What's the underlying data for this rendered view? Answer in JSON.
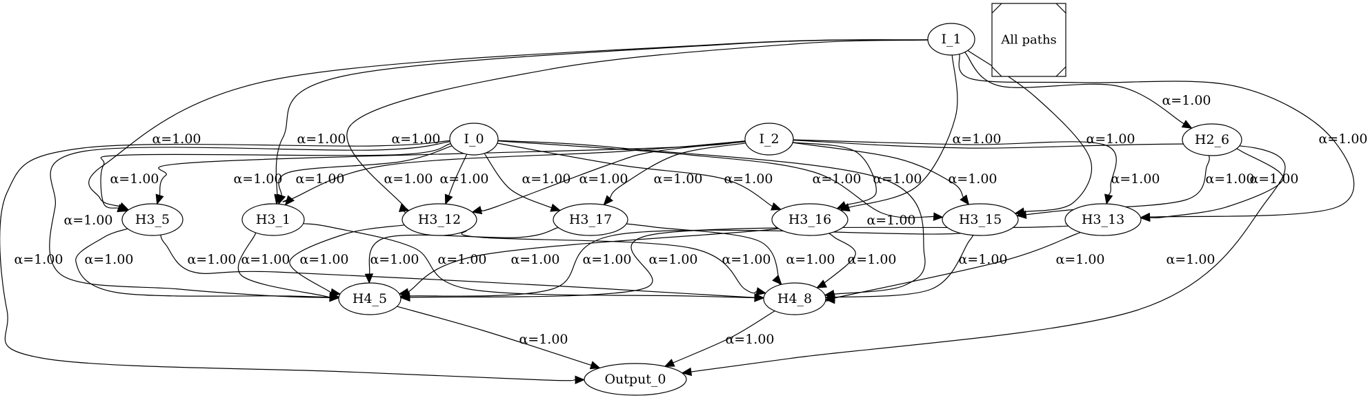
{
  "legend": {
    "label": "All paths"
  },
  "nodes": [
    {
      "id": "I_1",
      "label": "I_1"
    },
    {
      "id": "I_0",
      "label": "I_0"
    },
    {
      "id": "I_2",
      "label": "I_2"
    },
    {
      "id": "H2_6",
      "label": "H2_6"
    },
    {
      "id": "H3_5",
      "label": "H3_5"
    },
    {
      "id": "H3_1",
      "label": "H3_1"
    },
    {
      "id": "H3_12",
      "label": "H3_12"
    },
    {
      "id": "H3_17",
      "label": "H3_17"
    },
    {
      "id": "H3_16",
      "label": "H3_16"
    },
    {
      "id": "H3_15",
      "label": "H3_15"
    },
    {
      "id": "H3_13",
      "label": "H3_13"
    },
    {
      "id": "H4_5",
      "label": "H4_5"
    },
    {
      "id": "H4_8",
      "label": "H4_8"
    },
    {
      "id": "Output_0",
      "label": "Output_0"
    }
  ],
  "edges": [
    {
      "from": "I_1",
      "to": "H3_5",
      "label": "α=1.00"
    },
    {
      "from": "I_1",
      "to": "H3_1",
      "label": "α=1.00"
    },
    {
      "from": "I_1",
      "to": "H3_12",
      "label": "α=1.00"
    },
    {
      "from": "I_1",
      "to": "H3_16",
      "label": "α=1.00"
    },
    {
      "from": "I_1",
      "to": "H3_15",
      "label": "α=1.00"
    },
    {
      "from": "I_1",
      "to": "H2_6",
      "label": "α=1.00"
    },
    {
      "from": "I_1",
      "to": "H3_13",
      "label": "α=1.00"
    },
    {
      "from": "I_0",
      "to": "H3_5",
      "label": "α=1.00"
    },
    {
      "from": "I_0",
      "to": "H3_1",
      "label": "α=1.00"
    },
    {
      "from": "I_0",
      "to": "H3_12",
      "label": "α=1.00"
    },
    {
      "from": "I_0",
      "to": "H3_17",
      "label": "α=1.00"
    },
    {
      "from": "I_0",
      "to": "H3_16",
      "label": "α=1.00"
    },
    {
      "from": "I_0",
      "to": "H3_15",
      "label": "α=1.00"
    },
    {
      "from": "I_0",
      "to": "H4_8",
      "label": "α=1.00"
    },
    {
      "from": "I_0",
      "to": "H4_5",
      "label": "α=1.00"
    },
    {
      "from": "I_0",
      "to": "Output_0",
      "label": "α=1.00"
    },
    {
      "from": "I_2",
      "to": "H3_5",
      "label": "α=1.00"
    },
    {
      "from": "I_2",
      "to": "H3_1",
      "label": "α=1.00"
    },
    {
      "from": "I_2",
      "to": "H3_12",
      "label": "α=1.00"
    },
    {
      "from": "I_2",
      "to": "H3_17",
      "label": "α=1.00"
    },
    {
      "from": "I_2",
      "to": "H3_16",
      "label": "α=1.00"
    },
    {
      "from": "I_2",
      "to": "H3_15",
      "label": "α=1.00"
    },
    {
      "from": "I_2",
      "to": "H3_13",
      "label": "α=1.00"
    },
    {
      "from": "I_2",
      "to": "Output_0",
      "label": "α=1.00"
    },
    {
      "from": "H2_6",
      "to": "H3_15",
      "label": "α=1.00"
    },
    {
      "from": "H2_6",
      "to": "H3_13",
      "label": "α=1.00"
    },
    {
      "from": "H3_5",
      "to": "H4_5",
      "label": "α=1.00"
    },
    {
      "from": "H3_5",
      "to": "H4_8",
      "label": "α=1.00"
    },
    {
      "from": "H3_1",
      "to": "H4_5",
      "label": "α=1.00"
    },
    {
      "from": "H3_1",
      "to": "H4_8",
      "label": "α=1.00"
    },
    {
      "from": "H3_12",
      "to": "H4_5",
      "label": "α=1.00"
    },
    {
      "from": "H3_12",
      "to": "H4_8",
      "label": "α=1.00"
    },
    {
      "from": "H3_17",
      "to": "H4_5",
      "label": "α=1.00"
    },
    {
      "from": "H3_17",
      "to": "H4_8",
      "label": "α=1.00"
    },
    {
      "from": "H3_16",
      "to": "H4_5",
      "label": "α=1.00"
    },
    {
      "from": "H3_16",
      "to": "H4_8",
      "label": "α=1.00"
    },
    {
      "from": "H3_15",
      "to": "H4_5",
      "label": "α=1.00"
    },
    {
      "from": "H3_15",
      "to": "H4_8",
      "label": "α=1.00"
    },
    {
      "from": "H3_13",
      "to": "H4_5",
      "label": "α=1.00"
    },
    {
      "from": "H3_13",
      "to": "H4_8",
      "label": "α=1.00"
    },
    {
      "from": "H4_5",
      "to": "Output_0",
      "label": "α=1.00"
    },
    {
      "from": "H4_8",
      "to": "Output_0",
      "label": "α=1.00"
    }
  ]
}
